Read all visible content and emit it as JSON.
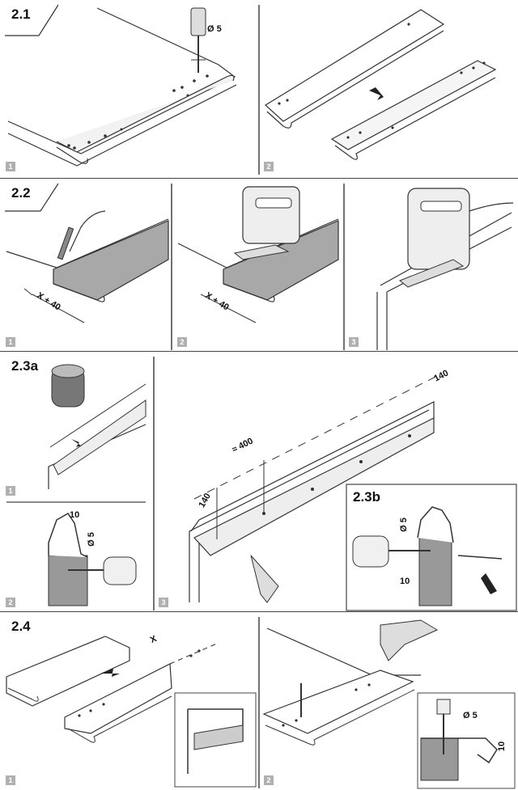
{
  "sections": {
    "s21": {
      "title": "2.1",
      "panel1": "1",
      "panel2": "2",
      "dia": "Ø 5"
    },
    "s22": {
      "title": "2.2",
      "panel1": "1",
      "panel2": "2",
      "panel3": "3",
      "dim1": "X + 40",
      "dim2": "X + 40"
    },
    "s23a": {
      "title": "2.3a",
      "panel1": "1",
      "panel2": "2",
      "dim10": "10",
      "dia": "Ø 5"
    },
    "s23": {
      "panel3": "3",
      "dim140a": "140",
      "dim400": "≈ 400",
      "dim140b": "140"
    },
    "s23b": {
      "title": "2.3b",
      "dia": "Ø 5",
      "dim10": "10"
    },
    "s24": {
      "title": "2.4",
      "panel1": "1",
      "panel2": "2",
      "dimx": "X",
      "dia": "Ø 5",
      "dim10": "10"
    }
  }
}
